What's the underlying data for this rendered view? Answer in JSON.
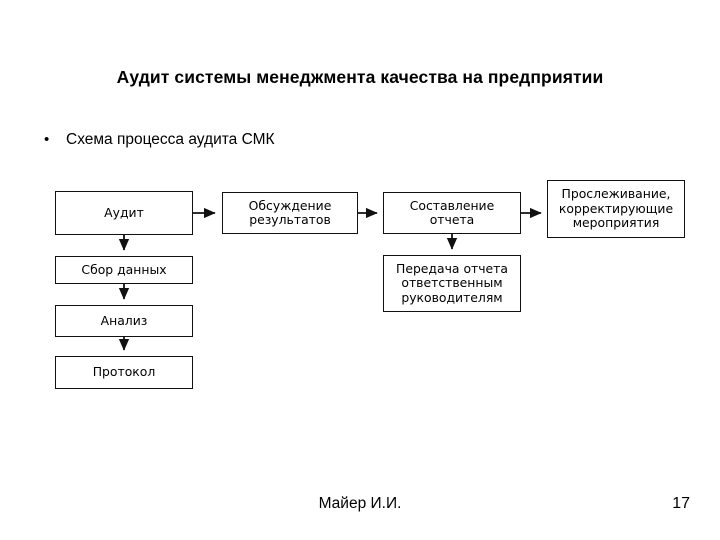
{
  "slide": {
    "title": "Аудит системы менеджмента качества на предприятии",
    "bullet_marker": "•",
    "bullet_text": "Схема процесса аудита СМК",
    "background_color": "#ffffff",
    "text_color": "#000000"
  },
  "diagram": {
    "type": "flowchart",
    "border_color": "#111111",
    "node_fill": "#ffffff",
    "nodes": [
      {
        "id": "audit",
        "label": "Аудит"
      },
      {
        "id": "data",
        "label": "Сбор данных"
      },
      {
        "id": "analysis",
        "label": "Анализ"
      },
      {
        "id": "protocol",
        "label": "Протокол"
      },
      {
        "id": "discussion",
        "label": "Обсуждение\nрезультатов"
      },
      {
        "id": "report",
        "label": "Составление\nотчета"
      },
      {
        "id": "tracking",
        "label": "Прослеживание,\nкорректирующие\nмероприятия"
      },
      {
        "id": "transfer",
        "label": "Передача отчета\nответственным\nруководителям"
      }
    ],
    "edges": [
      {
        "from": "audit",
        "to": "discussion",
        "direction": "right"
      },
      {
        "from": "audit",
        "to": "data",
        "direction": "down"
      },
      {
        "from": "data",
        "to": "analysis",
        "direction": "down"
      },
      {
        "from": "analysis",
        "to": "protocol",
        "direction": "down"
      },
      {
        "from": "discussion",
        "to": "report",
        "direction": "right"
      },
      {
        "from": "report",
        "to": "tracking",
        "direction": "right"
      },
      {
        "from": "report",
        "to": "transfer",
        "direction": "down"
      }
    ]
  },
  "footer": {
    "author": "Майер И.И.",
    "page_number": "17"
  }
}
